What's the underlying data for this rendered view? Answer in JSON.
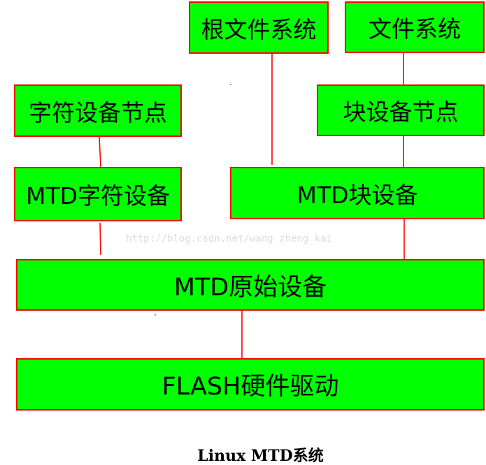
{
  "diagram": {
    "nodes": {
      "root_fs": "根文件系统",
      "fs": "文件系统",
      "char_node": "字符设备节点",
      "block_node": "块设备节点",
      "mtd_char": "MTD字符设备",
      "mtd_block": "MTD块设备",
      "mtd_raw": "MTD原始设备",
      "flash_driver": "FLASH硬件驱动"
    },
    "watermark": "http://blog.csdn.net/wang_zheng_kai",
    "caption": "Linux MTD系统"
  },
  "colors": {
    "box_fill": "#00ff00",
    "box_border": "#ff0000",
    "connector": "#ff0000",
    "watermark": "#dcdcdc"
  }
}
